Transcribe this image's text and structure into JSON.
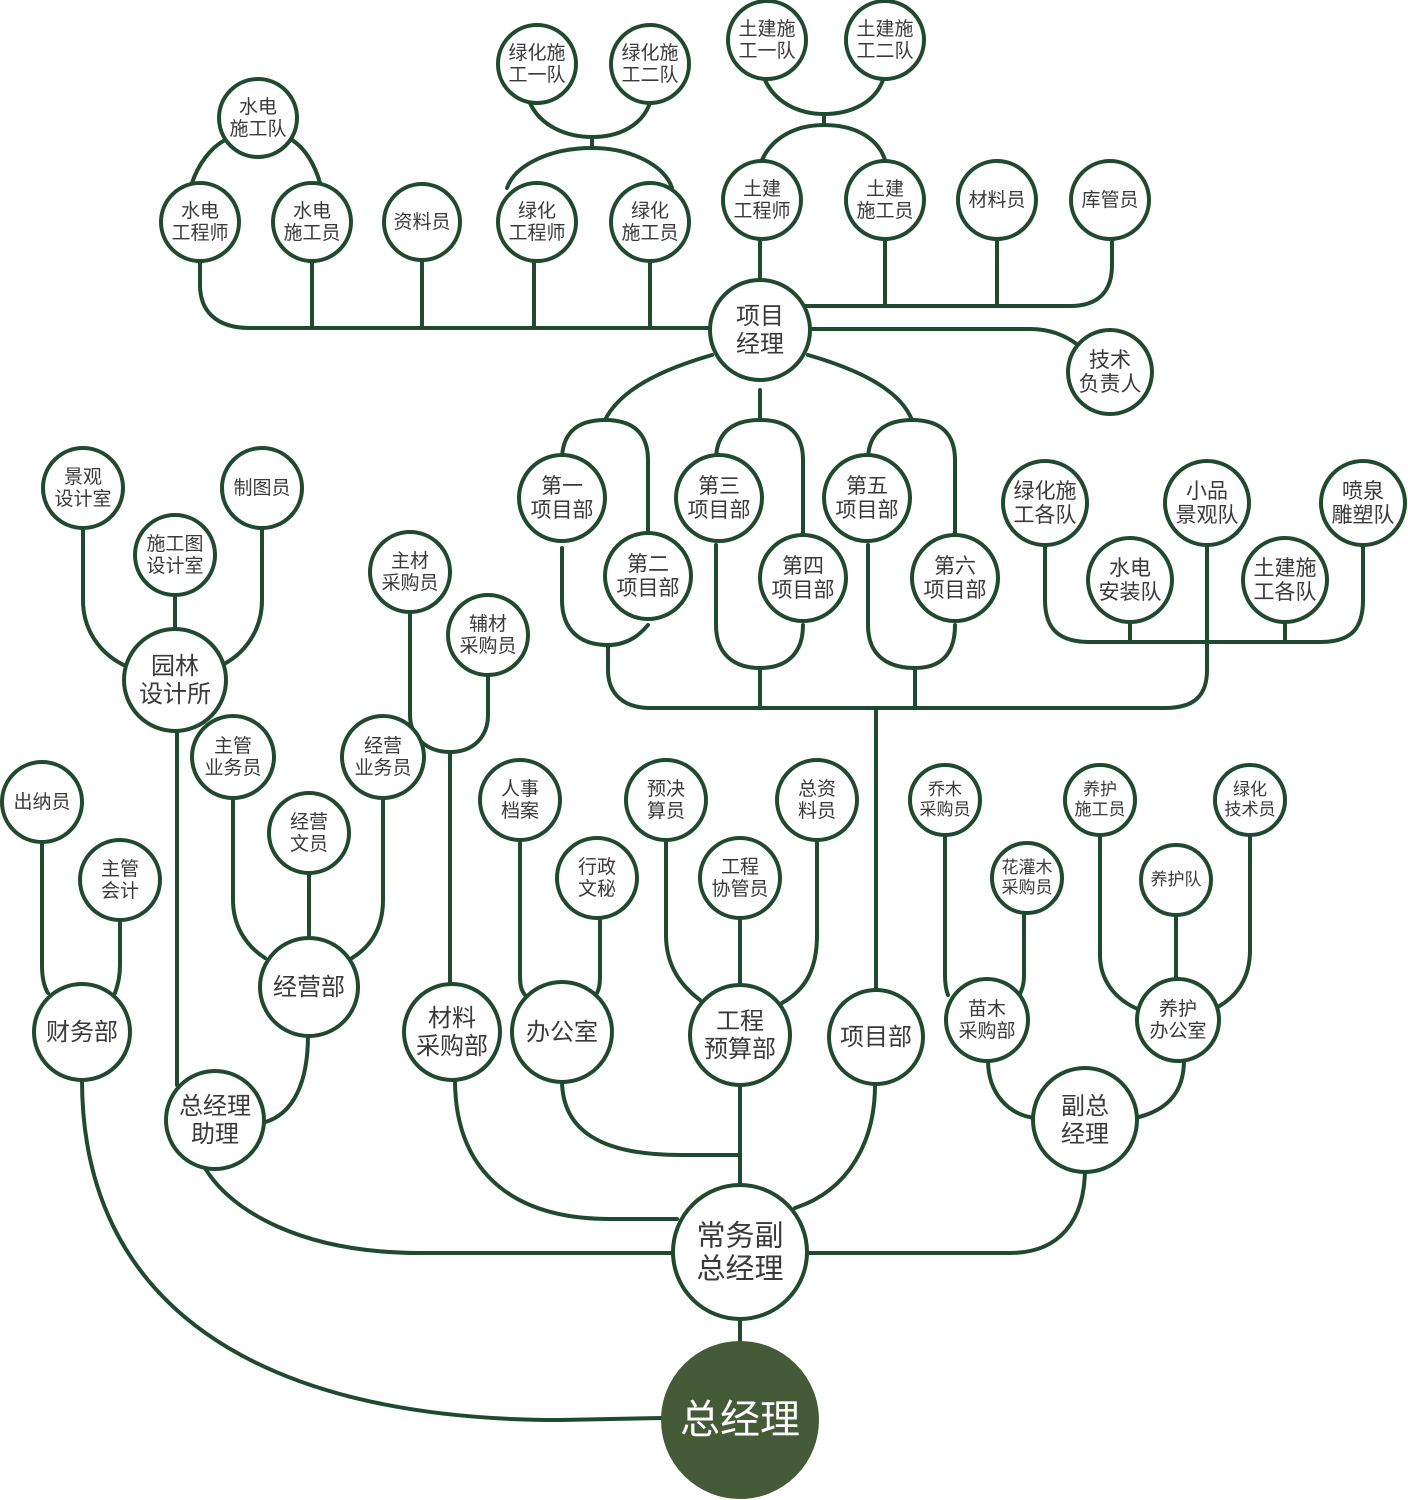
{
  "title": "组织架构图",
  "colors": {
    "line": "#1f4a30",
    "root_fill": "#455a36",
    "node_fill": "#ffffff",
    "text": "#3a3a3a",
    "root_text": "#ffffff"
  },
  "nodes": {
    "zjl": [
      "总经理"
    ],
    "cwfzjl": [
      "常务副",
      "总经理"
    ],
    "fzjl": [
      "副总",
      "经理"
    ],
    "zjlzl": [
      "总经理",
      "助理"
    ],
    "cwb": [
      "财务部"
    ],
    "cny": [
      "出纳员"
    ],
    "zgkj": [
      "主管",
      "会计"
    ],
    "jyb": [
      "经营部"
    ],
    "zgywy": [
      "主管",
      "业务员"
    ],
    "jywy": [
      "经营",
      "文员"
    ],
    "jyywy": [
      "经营",
      "业务员"
    ],
    "ylsjs": [
      "园林",
      "设计所"
    ],
    "jgsjs": [
      "景观",
      "设计室"
    ],
    "sgtsjs": [
      "施工图",
      "设计室"
    ],
    "zty": [
      "制图员"
    ],
    "clcgb": [
      "材料",
      "采购部"
    ],
    "zccgy": [
      "主材",
      "采购员"
    ],
    "fccgy": [
      "辅材",
      "采购员"
    ],
    "bgs": [
      "办公室"
    ],
    "rsda": [
      "人事",
      "档案"
    ],
    "xzwm": [
      "行政",
      "文秘"
    ],
    "gcysb": [
      "工程",
      "预算部"
    ],
    "yjsy": [
      "预决",
      "算员"
    ],
    "gcxgy": [
      "工程",
      "协管员"
    ],
    "zzly": [
      "总资",
      "料员"
    ],
    "xmb": [
      "项目部"
    ],
    "mmcgb": [
      "苗木",
      "采购部"
    ],
    "qmcgy": [
      "乔木",
      "采购员"
    ],
    "hgmcgy": [
      "花灌木",
      "采购员"
    ],
    "yhbgs": [
      "养护",
      "办公室"
    ],
    "yhsgy": [
      "养护",
      "施工员"
    ],
    "yhd": [
      "养护队"
    ],
    "lhjsy": [
      "绿化",
      "技术员"
    ],
    "xm1": [
      "第一",
      "项目部"
    ],
    "xm2": [
      "第二",
      "项目部"
    ],
    "xm3": [
      "第三",
      "项目部"
    ],
    "xm4": [
      "第四",
      "项目部"
    ],
    "xm5": [
      "第五",
      "项目部"
    ],
    "xm6": [
      "第六",
      "项目部"
    ],
    "lhsggd": [
      "绿化施",
      "工各队"
    ],
    "sdazd": [
      "水电",
      "安装队"
    ],
    "xpjgd": [
      "小品",
      "景观队"
    ],
    "tjsggd": [
      "土建施",
      "工各队"
    ],
    "pqdsd": [
      "喷泉",
      "雕塑队"
    ],
    "xmjl": [
      "项目",
      "经理"
    ],
    "jsfzr": [
      "技术",
      "负责人"
    ],
    "sdgcs": [
      "水电",
      "工程师"
    ],
    "sdsgy": [
      "水电",
      "施工员"
    ],
    "sdsgd": [
      "水电",
      "施工队"
    ],
    "zly": [
      "资料员"
    ],
    "lhgcs": [
      "绿化",
      "工程师"
    ],
    "lhsgy": [
      "绿化",
      "施工员"
    ],
    "lhsg1": [
      "绿化施",
      "工一队"
    ],
    "lhsg2": [
      "绿化施",
      "工二队"
    ],
    "tjgcs": [
      "土建",
      "工程师"
    ],
    "tjsgy": [
      "土建",
      "施工员"
    ],
    "tjsg1": [
      "土建施",
      "工一队"
    ],
    "tjsg2": [
      "土建施",
      "工二队"
    ],
    "cly": [
      "材料员"
    ],
    "kgy": [
      "库管员"
    ]
  }
}
